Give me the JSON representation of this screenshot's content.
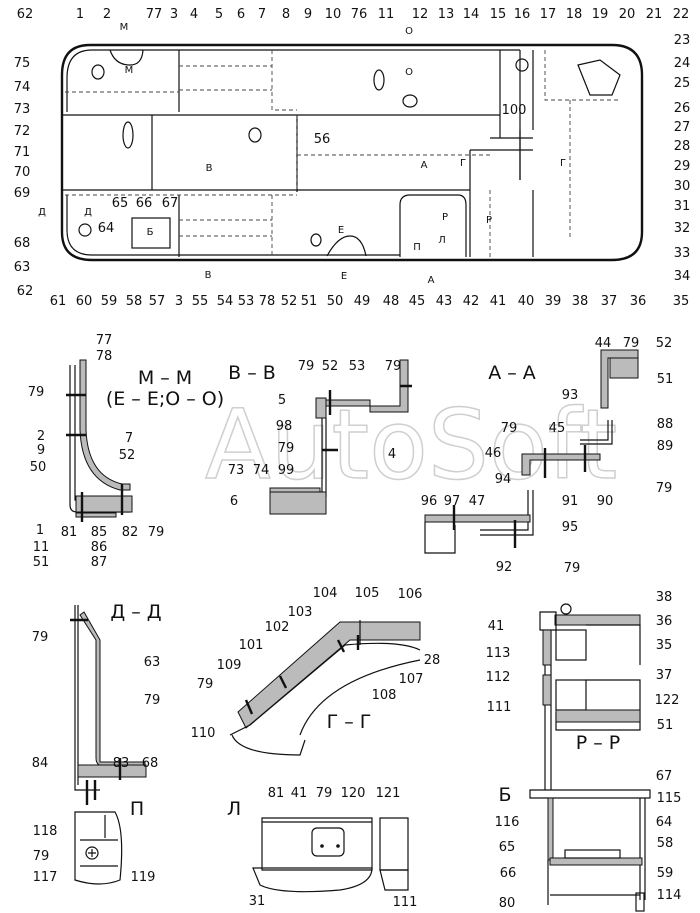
{
  "watermark": "AutoSoft",
  "plan": {
    "labels_top": [
      "62",
      "1",
      "2",
      "77",
      "3",
      "4",
      "5",
      "6",
      "7",
      "8",
      "9",
      "10",
      "76",
      "11",
      "12",
      "13",
      "14",
      "15",
      "16",
      "17",
      "18",
      "19",
      "20",
      "21",
      "22"
    ],
    "labels_right": [
      "23",
      "24",
      "25",
      "26",
      "27",
      "28",
      "29",
      "30",
      "31",
      "32",
      "33",
      "34"
    ],
    "labels_bottom": [
      "62",
      "61",
      "60",
      "59",
      "58",
      "57",
      "3",
      "55",
      "54",
      "53",
      "78",
      "52",
      "51",
      "50",
      "49",
      "48",
      "45",
      "43",
      "42",
      "41",
      "40",
      "39",
      "38",
      "37",
      "36",
      "35"
    ],
    "labels_left": [
      "75",
      "74",
      "73",
      "72",
      "71",
      "70",
      "69",
      "68",
      "63"
    ],
    "labels_inner": [
      "65",
      "66",
      "67",
      "64",
      "56",
      "100"
    ],
    "section_marks": [
      "М",
      "М",
      "О",
      "О",
      "В",
      "А",
      "Г",
      "Г",
      "Д",
      "Д",
      "Б",
      "Е",
      "Е",
      "П",
      "Л",
      "Р",
      "Р",
      "В",
      "А"
    ]
  },
  "sections": [
    {
      "id": "m-m",
      "title": "М – М",
      "subtitle": "(Е – Е;О – О)",
      "labels": [
        "77",
        "78",
        "79",
        "2",
        "9",
        "50",
        "7",
        "52",
        "1",
        "11",
        "51",
        "81",
        "85",
        "86",
        "87",
        "82",
        "79"
      ]
    },
    {
      "id": "v-v",
      "title": "В – В",
      "labels": [
        "79",
        "52",
        "53",
        "79",
        "5",
        "98",
        "79",
        "4",
        "73",
        "74",
        "99",
        "6"
      ]
    },
    {
      "id": "a-a",
      "title": "А – А",
      "labels": [
        "44",
        "79",
        "52",
        "51",
        "93",
        "88",
        "89",
        "79",
        "45",
        "46",
        "79",
        "94",
        "91",
        "90",
        "95",
        "96",
        "97",
        "47",
        "92",
        "79"
      ]
    },
    {
      "id": "d-d",
      "title": "Д – Д",
      "labels": [
        "79",
        "63",
        "79",
        "84",
        "83",
        "68"
      ]
    },
    {
      "id": "g-g",
      "title": "Г – Г",
      "labels": [
        "104",
        "105",
        "106",
        "103",
        "102",
        "101",
        "109",
        "79",
        "28",
        "107",
        "108",
        "110"
      ]
    },
    {
      "id": "r-r",
      "title": "Р – Р",
      "labels": [
        "38",
        "36",
        "35",
        "37",
        "122",
        "51",
        "41",
        "113",
        "112",
        "111"
      ]
    },
    {
      "id": "p",
      "title": "П",
      "labels": [
        "118",
        "79",
        "117",
        "119"
      ]
    },
    {
      "id": "l",
      "title": "Л",
      "labels": [
        "81",
        "41",
        "79",
        "120",
        "121",
        "31",
        "111"
      ]
    },
    {
      "id": "b",
      "title": "Б",
      "labels": [
        "67",
        "115",
        "116",
        "64",
        "65",
        "58",
        "66",
        "59",
        "80",
        "114"
      ]
    }
  ]
}
